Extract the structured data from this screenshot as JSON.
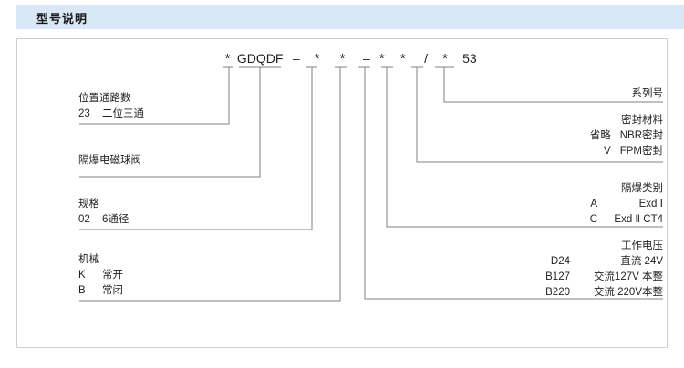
{
  "header": {
    "title": "型号说明"
  },
  "model_code": {
    "parts": [
      {
        "text": "*",
        "type": "star"
      },
      {
        "text": "GDQDF",
        "type": "letters"
      },
      {
        "text": "–",
        "type": "sep"
      },
      {
        "text": "*",
        "type": "star"
      },
      {
        "text": "*",
        "type": "star"
      },
      {
        "text": "–",
        "type": "sep"
      },
      {
        "text": "*",
        "type": "star"
      },
      {
        "text": "*",
        "type": "star"
      },
      {
        "text": "/",
        "type": "sep"
      },
      {
        "text": "*",
        "type": "star"
      },
      {
        "text": "53",
        "type": "letters"
      }
    ],
    "full": "* GDQDF – *  * – *  * / *  53"
  },
  "callouts_left": [
    {
      "name": "position-channel-count",
      "header": "位置通路数",
      "rows": [
        {
          "code": "23",
          "desc": "二位三通"
        }
      ]
    },
    {
      "name": "explosion-proof-solenoid-ball-valve",
      "header": "隔爆电磁球阀",
      "rows": []
    },
    {
      "name": "specification",
      "header": "规格",
      "rows": [
        {
          "code": "02",
          "desc": "6通径"
        }
      ]
    },
    {
      "name": "mechanical",
      "header": "机械",
      "rows": [
        {
          "code": "K",
          "desc": "常开"
        },
        {
          "code": "B",
          "desc": "常闭"
        }
      ]
    }
  ],
  "callouts_right": [
    {
      "name": "series-number",
      "header": "系列号",
      "rows": []
    },
    {
      "name": "seal-material",
      "header": "密封材料",
      "rows": [
        {
          "code": "省略",
          "desc": "NBR密封"
        },
        {
          "code": "V",
          "desc": "FPM密封"
        }
      ]
    },
    {
      "name": "explosion-proof-category",
      "header": "隔爆类别",
      "rows": [
        {
          "code": "A",
          "desc": "Exd Ⅰ"
        },
        {
          "code": "C",
          "desc": "Exd Ⅱ CT4"
        }
      ]
    },
    {
      "name": "working-voltage",
      "header": "工作电压",
      "rows": [
        {
          "code": "D24",
          "desc": "直流 24V"
        },
        {
          "code": "B127",
          "desc": "交流127V 本整"
        },
        {
          "code": "B220",
          "desc": "交流 220V本整"
        }
      ]
    }
  ],
  "colors": {
    "header_bg": "#d8e8f7",
    "panel_border": "#cfcfcf",
    "leader_line": "#808080",
    "text": "#231f20"
  }
}
